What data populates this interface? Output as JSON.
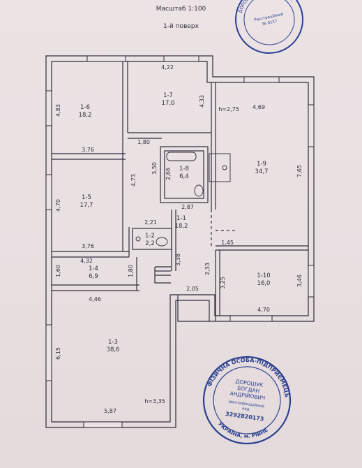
{
  "header": {
    "scale": "Масштаб 1:100",
    "floor": "1-й поверх"
  },
  "rooms": [
    {
      "id": "1-6",
      "area": "18,2"
    },
    {
      "id": "1-7",
      "area": "17,0"
    },
    {
      "id": "1-8",
      "area": "6,4"
    },
    {
      "id": "1-9",
      "area": "34,7"
    },
    {
      "id": "1-5",
      "area": "17,7"
    },
    {
      "id": "1-1",
      "area": "18,2"
    },
    {
      "id": "1-2",
      "area": "2,2"
    },
    {
      "id": "1-4",
      "area": "6,9"
    },
    {
      "id": "1-10",
      "area": "16,0"
    },
    {
      "id": "1-3",
      "area": "38,6"
    }
  ],
  "dimensions": [
    "4,22",
    "4,33",
    "4,83",
    "3,76",
    "1,80",
    "3,50",
    "2,66",
    "2,87",
    "4,73",
    "4,69",
    "7,65",
    "4,70",
    "3,76",
    "2,21",
    "4,32",
    "1,60",
    "1,80",
    "3,38",
    "2,33",
    "1,45",
    "3,25",
    "3,46",
    "4,70",
    "2,05",
    "4,46",
    "6,15",
    "5,87"
  ],
  "heights": [
    "h=2,75",
    "h=3,35"
  ],
  "stamp_bottom": {
    "ring": "ФІЗИЧНА ОСОБА-ПІДПРИЄМЕЦЬ",
    "ring_bottom": "УКРАЇНА, м. РІВНЕ",
    "line1": "ДОРОШУК",
    "line2": "БОГДАН",
    "line3": "АНДРІЙОВИЧ",
    "line4": "Ідентифікаційний",
    "line5": "код",
    "code": "3292820173"
  },
  "stamp_top": {
    "line1": "Реєстраційний",
    "line2": "№ 0127",
    "ring": "ДОРОШУК БОГДАН АНДРІ..."
  },
  "colors": {
    "ink": "#2d2d3a",
    "stamp": "#2a3f8f",
    "paper": "#ece3e5"
  }
}
